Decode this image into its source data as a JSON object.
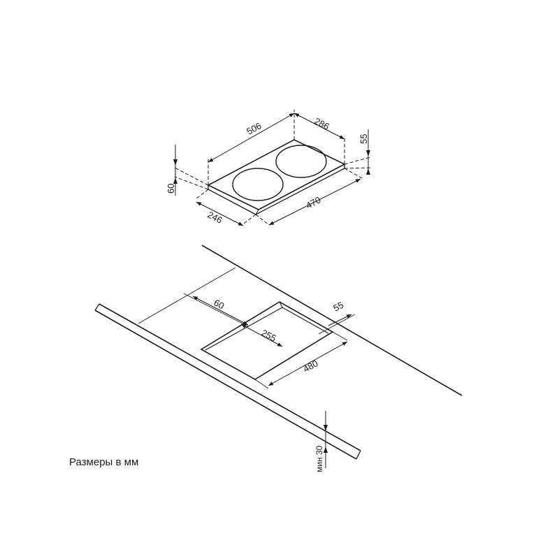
{
  "hob_dimensions": {
    "length_top": "506",
    "depth_top": "286",
    "height_right": "55",
    "height_left": "60",
    "front_depth": "246",
    "front_length": "470"
  },
  "cutout_dimensions": {
    "offset_back": "60",
    "offset_side": "55",
    "cutout_depth": "255",
    "cutout_length": "480",
    "min_thickness": "мин 30"
  },
  "note": "Размеры в мм"
}
